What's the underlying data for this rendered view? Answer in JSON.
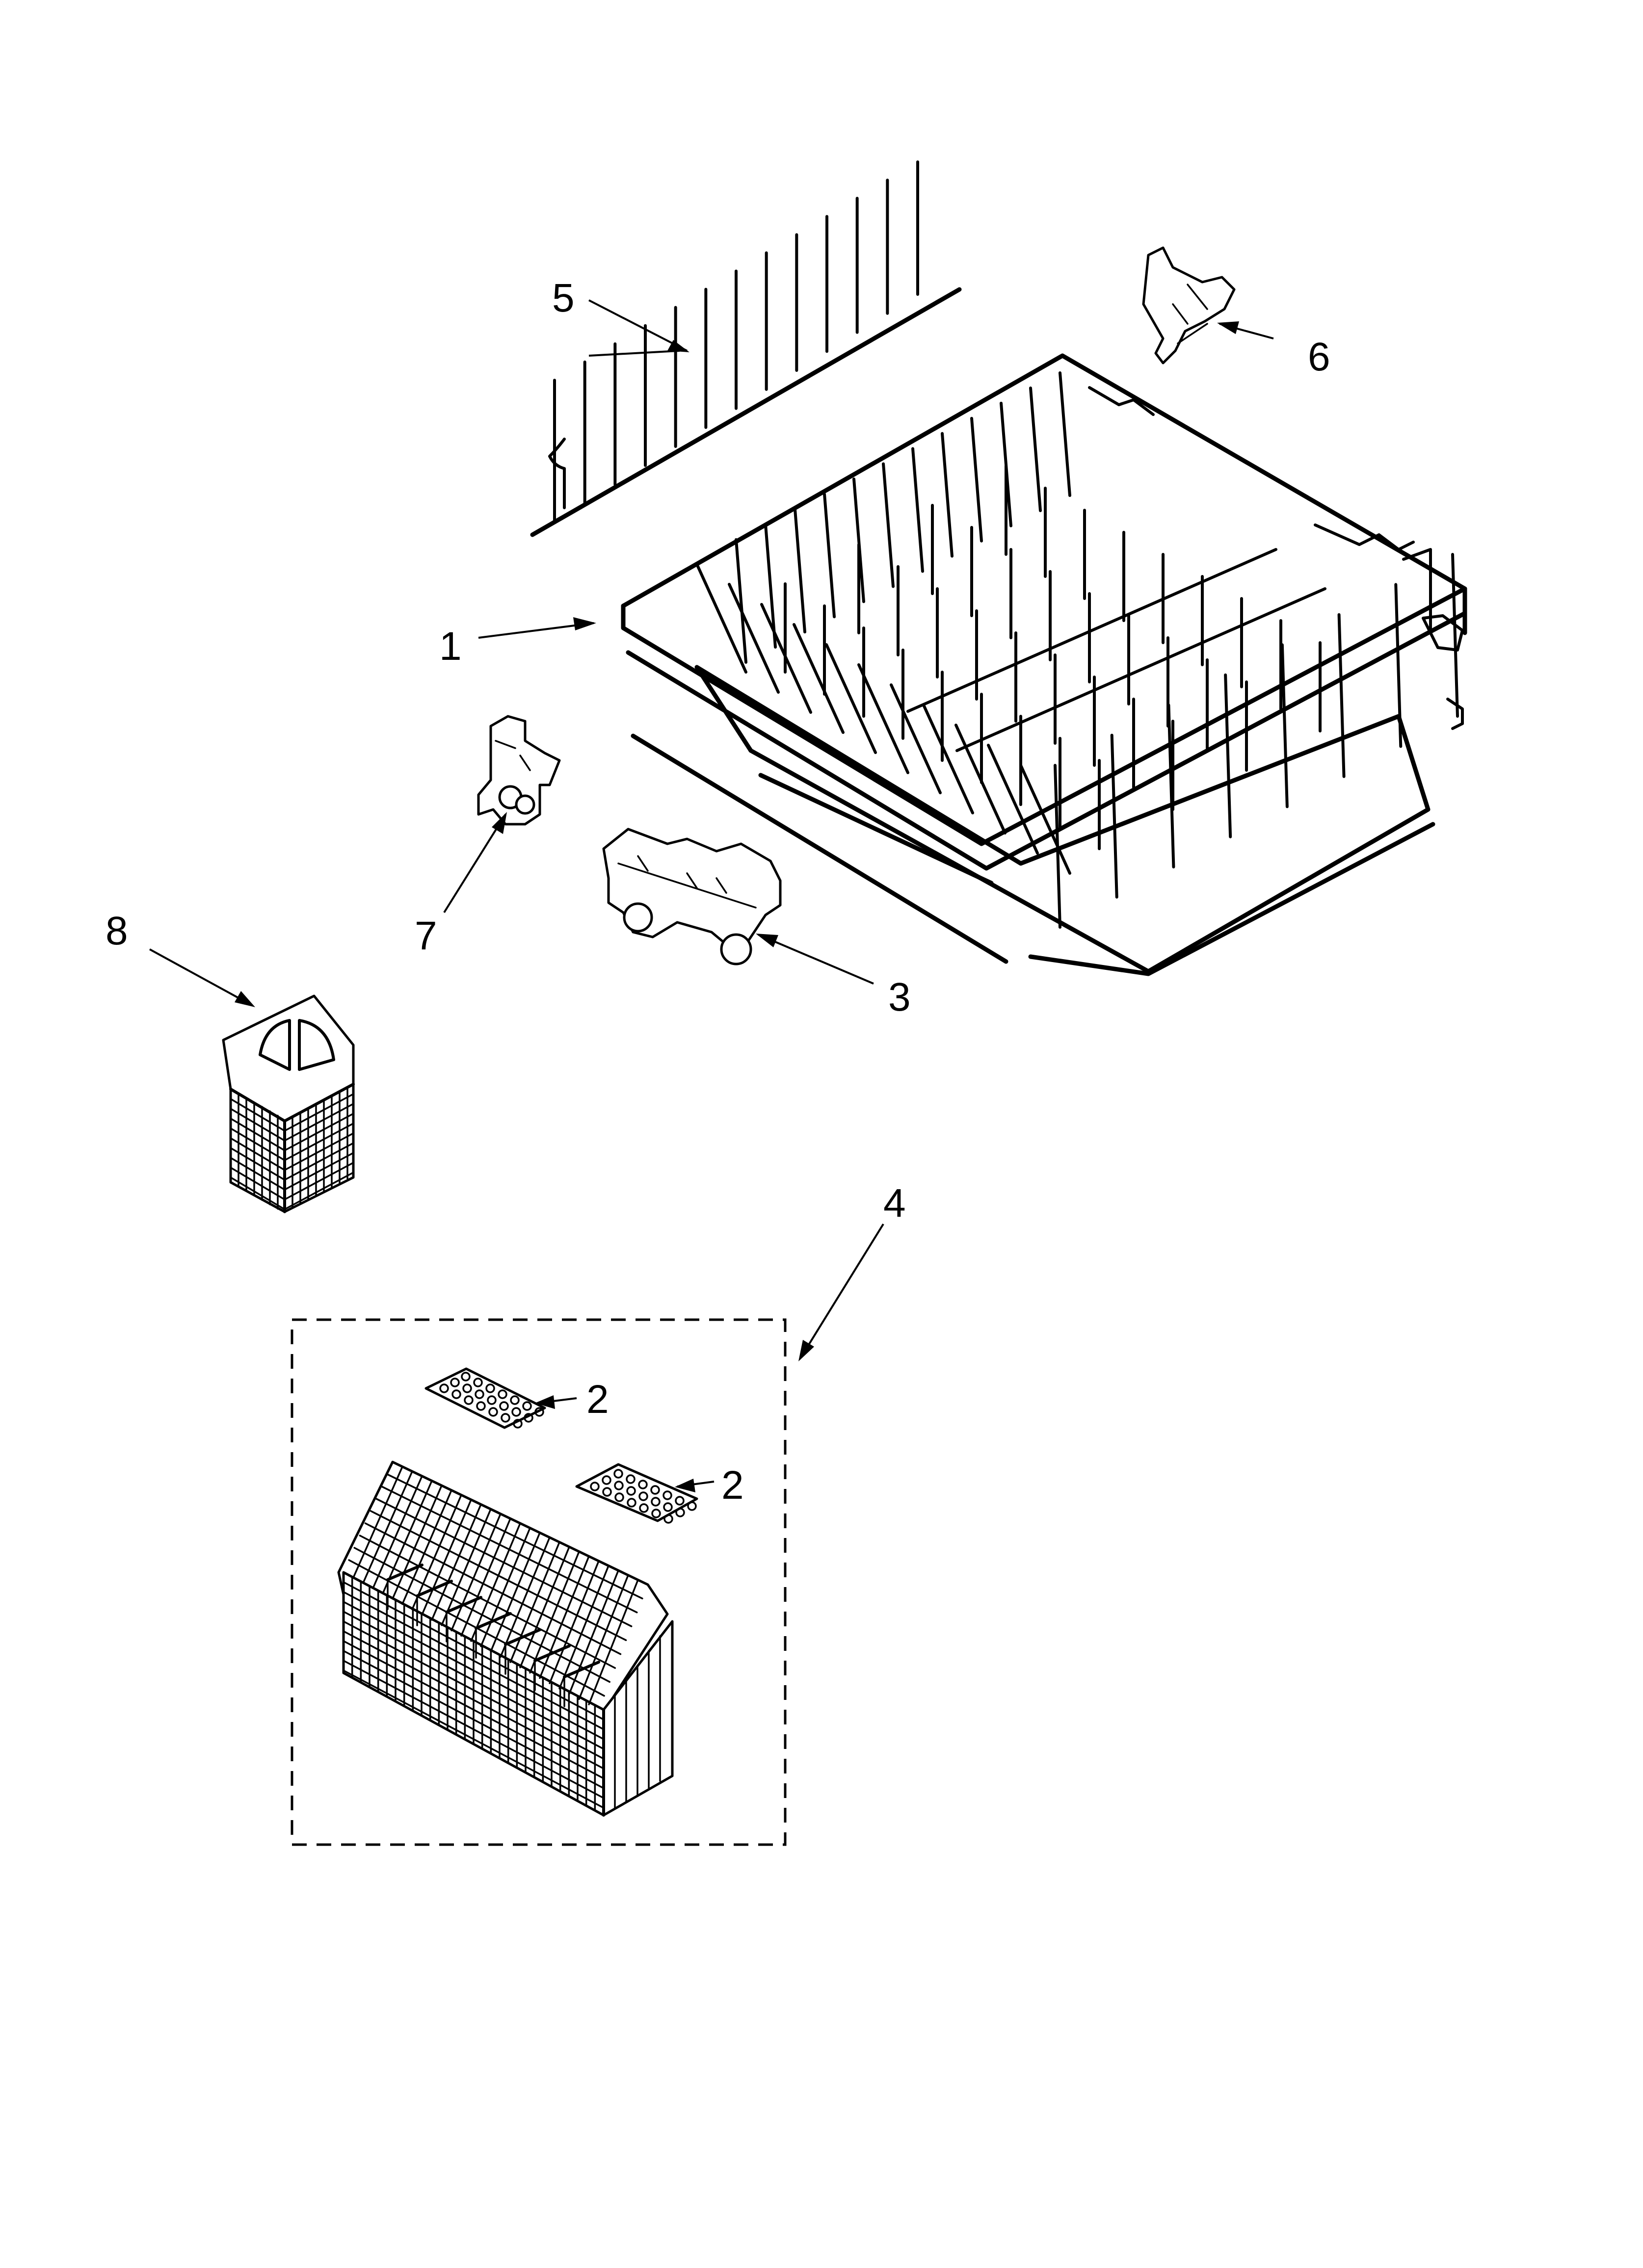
{
  "callouts": [
    {
      "id": "1",
      "label": "1"
    },
    {
      "id": "2a",
      "label": "2"
    },
    {
      "id": "2b",
      "label": "2"
    },
    {
      "id": "3",
      "label": "3"
    },
    {
      "id": "4",
      "label": "4"
    },
    {
      "id": "5",
      "label": "5"
    },
    {
      "id": "6",
      "label": "6"
    },
    {
      "id": "7",
      "label": "7"
    },
    {
      "id": "8",
      "label": "8"
    }
  ]
}
